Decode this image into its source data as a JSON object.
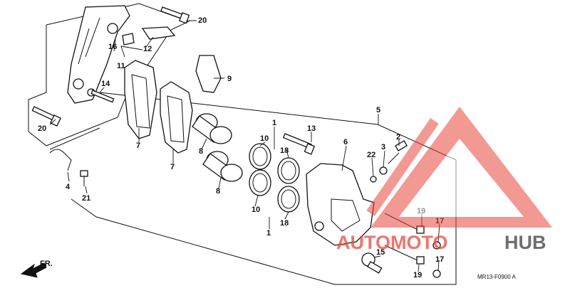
{
  "diagram": {
    "callouts": {
      "c20a": "20",
      "c16": "16",
      "c12": "12",
      "c11": "11",
      "c9": "9",
      "c14": "14",
      "c20b": "20",
      "c7a": "7",
      "c7b": "7",
      "c8a": "8",
      "c8b": "8",
      "c4": "4",
      "c21": "21",
      "c1a": "1",
      "c10a": "10",
      "c18a": "18",
      "c13": "13",
      "c6": "6",
      "c5": "5",
      "c2": "2",
      "c3": "3",
      "c22": "22",
      "c10b": "10",
      "c18b": "18",
      "c1b": "1",
      "c19a": "19",
      "c17a": "17",
      "c15": "15",
      "c19b": "19",
      "c17b": "17"
    },
    "direction_label": "FR.",
    "drawing_code": "MR13-F0900 A",
    "watermark": {
      "part1": "AUTO",
      "part2": "MOTO",
      "part3": "HUB",
      "color_red": "#e8473c",
      "color_grey": "#555555"
    }
  }
}
